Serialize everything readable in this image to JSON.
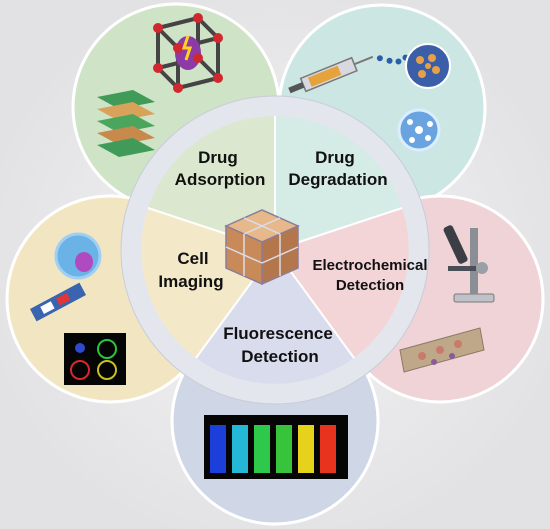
{
  "center_image": "mof-cube-icon",
  "segments": [
    {
      "id": "drug-adsorption",
      "line1": "Drug",
      "line2": "Adsorption",
      "color": "#dbe8cf",
      "outer": "#cfe3c7",
      "icons": [
        "mof-crystal-icon",
        "layered-membrane-icon"
      ]
    },
    {
      "id": "drug-degradation",
      "line1": "Drug",
      "line2": "Degradation",
      "color": "#d5ebe6",
      "outer": "#cbe6e3",
      "icons": [
        "syringe-icon",
        "molecule-sphere-icon"
      ]
    },
    {
      "id": "electrochemical-detection",
      "line1": "Electrochemical",
      "line2": "Detection",
      "color": "#f3d5d8",
      "outer": "#f0d3d6",
      "icons": [
        "microscope-icon",
        "tissue-section-icon"
      ]
    },
    {
      "id": "fluorescence-detection",
      "line1": "Fluorescence",
      "line2": "Detection",
      "color": "#d9dcec",
      "outer": "#cfd6e6",
      "icons": [
        "fluorescent-vials-icon"
      ]
    },
    {
      "id": "cell-imaging",
      "line1": "Cell",
      "line2": "Imaging",
      "color": "#f3e9c9",
      "outer": "#f2e6c2",
      "icons": [
        "cell-icon",
        "cell-slide-icon",
        "fluorescence-micrograph-icon"
      ]
    }
  ],
  "colors": {
    "ring": "#e4e6ee",
    "ring_stroke": "#c9ccd8",
    "background": "#e9e9ea"
  }
}
